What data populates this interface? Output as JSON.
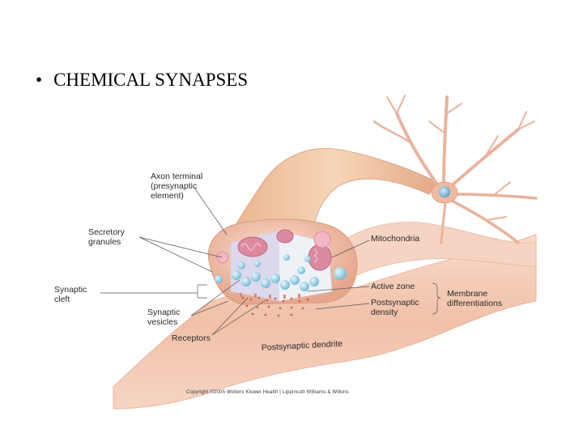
{
  "slide": {
    "bullet": "•",
    "title": "CHEMICAL SYNAPSES"
  },
  "figure": {
    "labels": {
      "axon_terminal": [
        "Axon terminal",
        "(presynaptic",
        "element)"
      ],
      "secretory_granules": [
        "Secretory",
        "granules"
      ],
      "mitochondria": "Mitochondria",
      "synaptic_cleft": [
        "Synaptic",
        "cleft"
      ],
      "active_zone": "Active zone",
      "postsynaptic_density": [
        "Postsynaptic",
        "density"
      ],
      "membrane_differentiations": [
        "Membrane",
        "differentiations"
      ],
      "synaptic_vesicles": [
        "Synaptic",
        "vesicles"
      ],
      "receptors": "Receptors",
      "postsynaptic_dendrite": "Postsynaptic dendrite"
    },
    "copyright": "Copyright ©2005 Wolters Kluwer Health | Lippincott Williams & Wilkins"
  },
  "colors": {
    "tissue": "#f2c4ad",
    "tissue_dark": "#e29f86",
    "neuron": "#f0b9a2",
    "nucleus": "#8fc4dd",
    "vesicle": "#9fd2e8",
    "mitochondria": "#d98ba0"
  }
}
